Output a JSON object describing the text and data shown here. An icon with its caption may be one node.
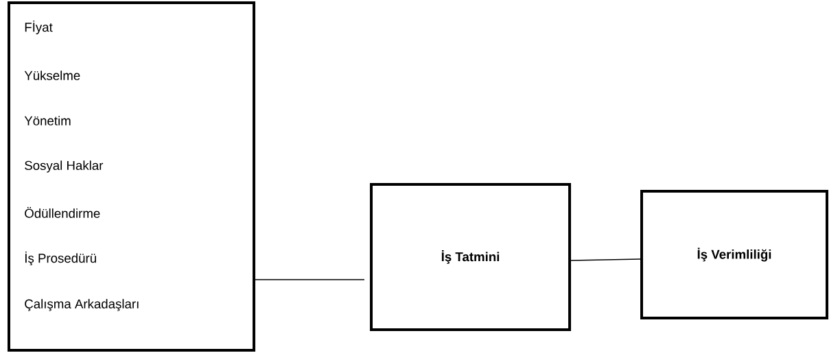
{
  "diagram": {
    "nodes": [
      {
        "text": [
          "Fİyat",
          "Yükselme",
          "Yönetim",
          "Sosyal Haklar",
          "Ödüllendirme",
          "İş Prosedürü",
          "Çalışma Arkadaşları"
        ]
      },
      {
        "text": [
          "İş Tatmini"
        ]
      },
      {
        "text": [
          "İş Verimliliği"
        ]
      }
    ],
    "edges": [
      {
        "from": 0,
        "to": 1,
        "arrow": "none"
      },
      {
        "from": 1,
        "to": 2,
        "arrow": "none"
      }
    ]
  }
}
